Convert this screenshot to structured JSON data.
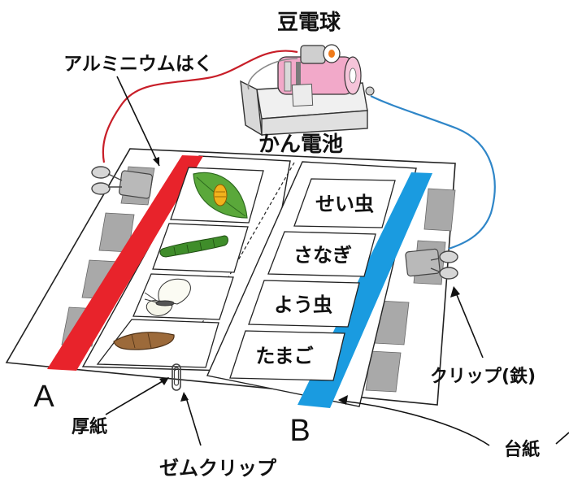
{
  "labels": {
    "bulb": "豆電球",
    "foil": "アルミニウムはく",
    "battery": "かん電池",
    "clip_iron": "クリップ(鉄)",
    "thick_paper": "厚紙",
    "gem_clip": "ゼムクリップ",
    "base_paper": "台紙",
    "point_a": "A",
    "point_b": "B"
  },
  "cards": [
    "せい虫",
    "さなぎ",
    "よう虫",
    "たまご"
  ],
  "pictures": [
    "leaf-with-egg",
    "caterpillar",
    "butterfly",
    "pupa"
  ],
  "colors": {
    "foil_left": "#e8232b",
    "foil_right": "#1a9be0",
    "wire_left": "#c81e28",
    "wire_right": "#2f86c8",
    "leaf": "#5aa83a",
    "battery_body": "#f2a9c9",
    "pad_gray": "#a9a9a9"
  }
}
